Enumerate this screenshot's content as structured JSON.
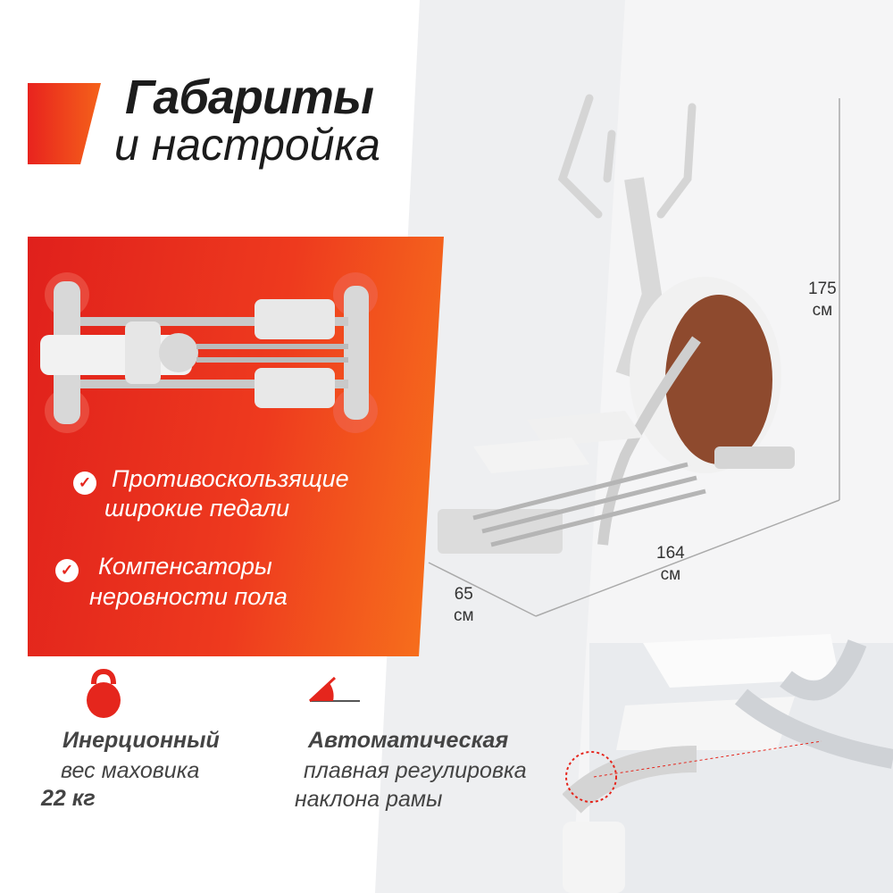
{
  "title": {
    "line1": "Габариты",
    "line2": "и настройка"
  },
  "bullets": [
    {
      "line1": "Противоскользящие",
      "line2": "широкие педали"
    },
    {
      "line1": "Компенсаторы",
      "line2": "неровности пола"
    }
  ],
  "features": [
    {
      "icon": "kettlebell-icon",
      "bold": "Инерционный",
      "line2": "вес маховика",
      "line3": "22 кг"
    },
    {
      "icon": "incline-angle-icon",
      "bold": "Автоматическая",
      "line2": "плавная регулировка",
      "line3": "наклона рамы"
    }
  ],
  "dimensions": {
    "height": {
      "value": "175",
      "unit": "см"
    },
    "length": {
      "value": "164",
      "unit": "см"
    },
    "width": {
      "value": "65",
      "unit": "см"
    }
  },
  "colors": {
    "accent": "#e8231e",
    "accent2": "#f5621a",
    "text": "#1c1c1c"
  }
}
